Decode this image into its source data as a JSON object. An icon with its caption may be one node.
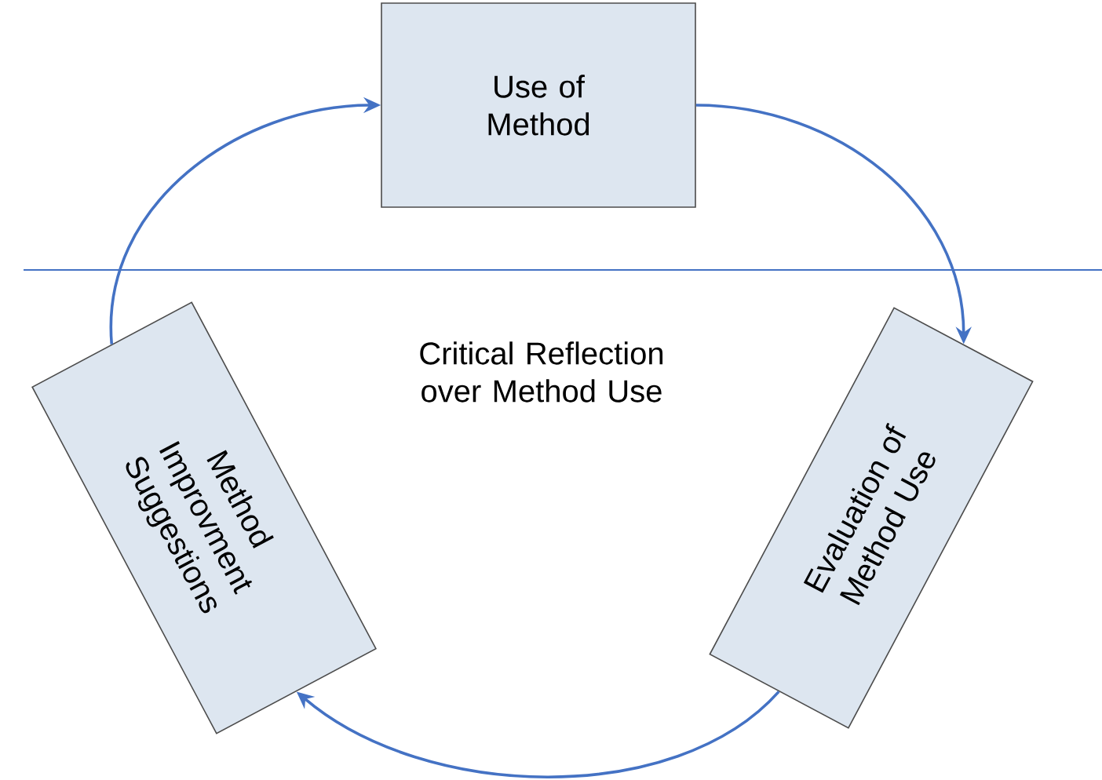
{
  "diagram": {
    "nodes": [
      {
        "text": [
          "Use of Method"
        ]
      },
      {
        "text": [
          "Evaluation of Method Use"
        ]
      },
      {
        "text": [
          "Method Improvment Suggestions"
        ]
      }
    ],
    "edges": [
      {
        "from": 0,
        "to": 1,
        "arrow": "to"
      },
      {
        "from": 1,
        "to": 2,
        "arrow": "to"
      },
      {
        "from": 2,
        "to": 0,
        "arrow": "to"
      }
    ],
    "labels": [
      "Critical Reflection over Method Use"
    ]
  }
}
